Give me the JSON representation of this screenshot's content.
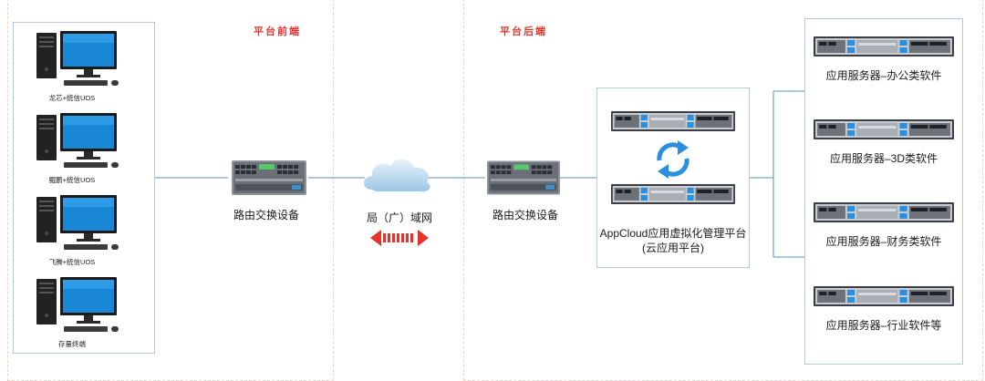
{
  "sections": {
    "frontend": "平台前端",
    "backend": "平台后端"
  },
  "terminals": [
    {
      "label": "龙芯+统信UOS"
    },
    {
      "label": "鲲鹏+统信UOS"
    },
    {
      "label": "飞腾+统信UOS"
    },
    {
      "label": "存量终端"
    }
  ],
  "switch_left": "路由交换设备",
  "network": "局（广）域网",
  "switch_right": "路由交换设备",
  "platform": {
    "line1": "AppCloud应用虚拟化管理平台",
    "line2": "(云应用平台)"
  },
  "servers": [
    {
      "label": "应用服务器–办公类软件"
    },
    {
      "label": "应用服务器–3D类软件"
    },
    {
      "label": "应用服务器–财务类软件"
    },
    {
      "label": "应用服务器–行业软件等"
    }
  ],
  "colors": {
    "section_title": "#e5322d",
    "line": "#5b8fb7",
    "arrow": "#e5322d",
    "cycle": "#2b8fe0"
  },
  "icons": {
    "terminal": "desktop-computer-icon",
    "switch": "network-switch-icon",
    "cloud": "cloud-icon",
    "server": "rack-server-icon",
    "sync": "sync-arrows-icon",
    "bidirectional": "double-arrow-icon"
  }
}
